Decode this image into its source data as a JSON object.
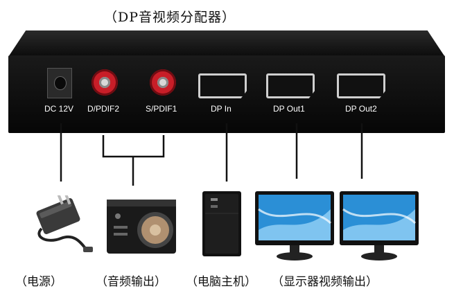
{
  "title": "（DP音视频分配器）",
  "ports": {
    "dc": "DC 12V",
    "spdif2": "D/PDIF2",
    "spdif1": "S/PDIF1",
    "dp_in": "DP In",
    "dp_out1": "DP Out1",
    "dp_out2": "DP Out2"
  },
  "captions": {
    "power": "（电源）",
    "audio": "（音频输出）",
    "pc": "（电脑主机）",
    "display": "（显示器视频输出）"
  },
  "colors": {
    "device": "#111111",
    "rca_red": "#c81e28",
    "monitor_screen": "#2b8fd6"
  },
  "icons": [
    "power-adapter-icon",
    "subwoofer-speaker-icon",
    "pc-tower-icon",
    "monitor-icon",
    "monitor-icon"
  ]
}
